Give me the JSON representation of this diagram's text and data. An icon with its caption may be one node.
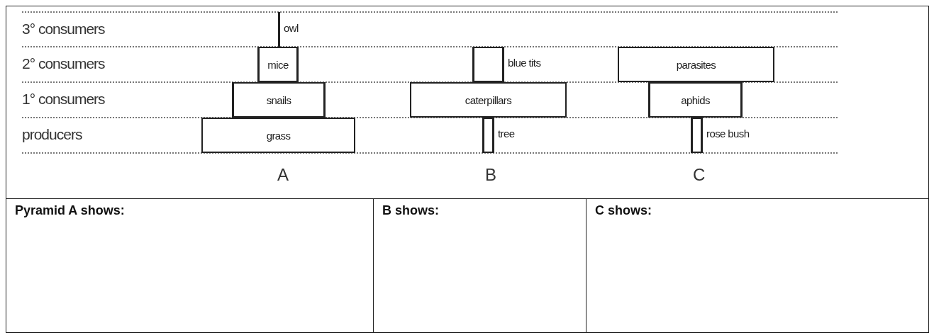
{
  "diagram": {
    "nodes": [
      {
        "text": [],
        "shape": "bar",
        "beside": [
          "owl"
        ]
      },
      {
        "text": [
          "mice"
        ]
      },
      {
        "text": [],
        "shape": "bar",
        "beside": [
          "blue tits"
        ]
      },
      {
        "text": [
          "parasites"
        ]
      },
      {
        "text": [
          "snails"
        ]
      },
      {
        "text": [
          "caterpillars"
        ]
      },
      {
        "text": [
          "aphids"
        ]
      },
      {
        "text": [
          "grass"
        ]
      },
      {
        "text": [],
        "shape": "bar",
        "beside": [
          "tree"
        ]
      },
      {
        "text": [],
        "shape": "bar",
        "beside": [
          "rose bush"
        ]
      }
    ],
    "labels": [
      "3° consumers",
      "2° consumers",
      "1° consumers",
      "producers",
      "A",
      "B",
      "C",
      "Pyramid A shows:",
      "B shows:",
      "C shows:"
    ]
  }
}
